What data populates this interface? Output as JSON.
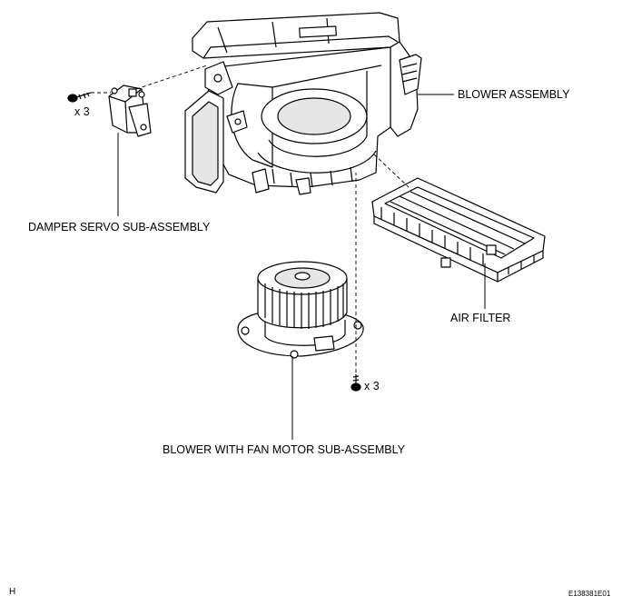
{
  "labels": {
    "blower_assembly": "BLOWER ASSEMBLY",
    "damper_servo": "DAMPER SERVO SUB-ASSEMBLY",
    "air_filter": "AIR FILTER",
    "blower_motor": "BLOWER WITH FAN MOTOR SUB-ASSEMBLY",
    "qty_left": "x 3",
    "qty_right": "x 3",
    "corner_letter": "H",
    "figure_code": "E138381E01"
  },
  "colors": {
    "ink": "#000000",
    "paper": "#ffffff",
    "shade": "#e6e6e6"
  }
}
